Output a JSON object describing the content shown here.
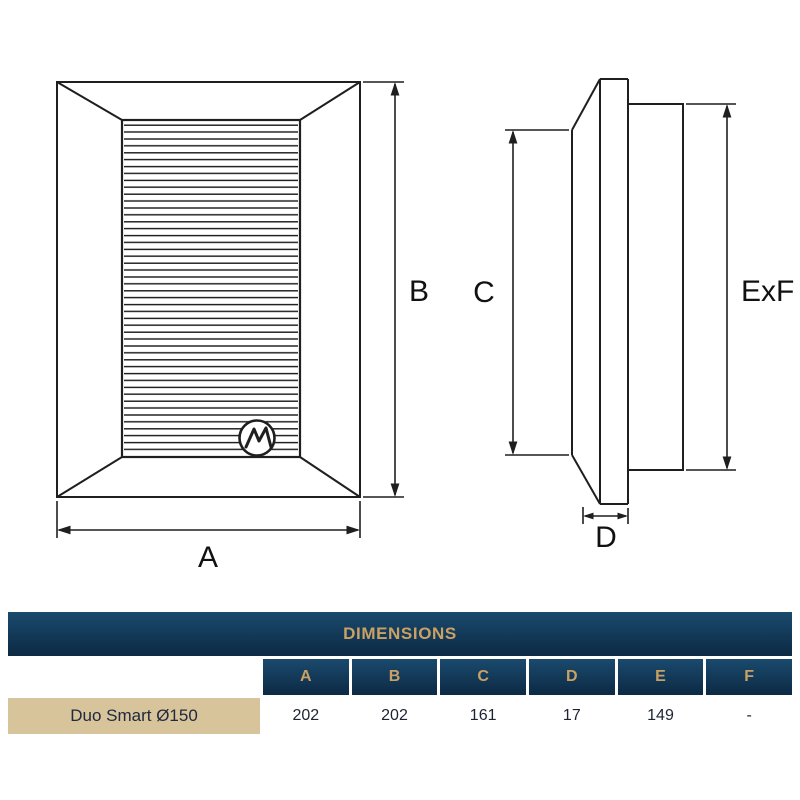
{
  "drawing": {
    "front_view": {
      "dim_width_label": "A",
      "dim_height_label": "B"
    },
    "side_view": {
      "dim_plate_label": "C",
      "dim_depth_label": "D",
      "dim_duct_label": "ExF"
    }
  },
  "table": {
    "title": "DIMENSIONS",
    "columns": [
      "A",
      "B",
      "C",
      "D",
      "E",
      "F"
    ],
    "rows": [
      {
        "product": "Duo Smart Ø150",
        "values": [
          "202",
          "202",
          "161",
          "17",
          "149",
          "-"
        ]
      }
    ]
  },
  "colors": {
    "table_navy_top": "#1a4a6e",
    "table_navy_bottom": "#0d2b45",
    "table_gold": "#c9a164",
    "product_row_tan": "#d8c49a",
    "line_color": "#1f1f1f"
  }
}
